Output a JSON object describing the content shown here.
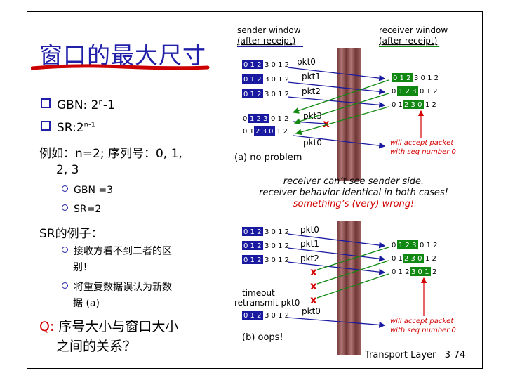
{
  "title": "窗口的最大尺寸",
  "bullets": {
    "gbn": "GBN: 2",
    "gbn_sup": "n",
    "gbn_tail": "-1",
    "sr": "SR:2",
    "sr_sup": "n-1",
    "example_line1": "例如：n=2; 序列号：0, 1,",
    "example_line2": "2, 3",
    "sub_gbn": "GBN =3",
    "sub_sr": "SR=2",
    "sr_example": "SR的例子：",
    "sub_item1_line1": "接收方看不到二者的区",
    "sub_item1_line2": "别！",
    "sub_item2_line1": "将重复数据误认为新数",
    "sub_item2_line2": "据 (a)",
    "q_label": "Q:",
    "q_line1": "序号大小与窗口大小",
    "q_line2": "之间的关系？"
  },
  "diagram": {
    "sender_label_line1": "sender window",
    "sender_label_line2": "(after receipt)",
    "receiver_label_line1": "receiver window",
    "receiver_label_line2": "(after receipt)",
    "pkt0": "pkt0",
    "pkt1": "pkt1",
    "pkt2": "pkt2",
    "pkt3": "pkt3",
    "seq_full": "0 1 2 3 0 1 2",
    "seq_win_012": "0 1 2",
    "seq_win_123": "1 2 3",
    "seq_win_230": "2 3 0",
    "seq_win_301": "3 0 1",
    "seq_rest_3012": "3 0 1 2",
    "seq_rest_012": "0 1 2",
    "seq_rest_12": "1 2",
    "seq_rest_2": "2",
    "seq_pre_0": "0",
    "seq_pre_01": "0 1",
    "seq_pre_012": "0 1 2",
    "x_mark": "x",
    "accept_line1": "will accept packet",
    "accept_line2": "with seq number 0",
    "caption_a": "(a) no problem",
    "caption_b": "(b) oops!",
    "middle_line1": "receiver can’t see sender side.",
    "middle_line2": "receiver behavior identical in both cases!",
    "middle_line3": "something’s (very) wrong!",
    "timeout_line1": "timeout",
    "timeout_line2": "retransmit pkt0"
  },
  "footer": {
    "layer": "Transport Layer",
    "page": "3-74"
  },
  "colors": {
    "title": "#1f1fa8",
    "sender_window": "#1a1aa0",
    "receiver_window": "#118811",
    "accent_red": "#d20000",
    "curtain": "#8b4a4a"
  }
}
